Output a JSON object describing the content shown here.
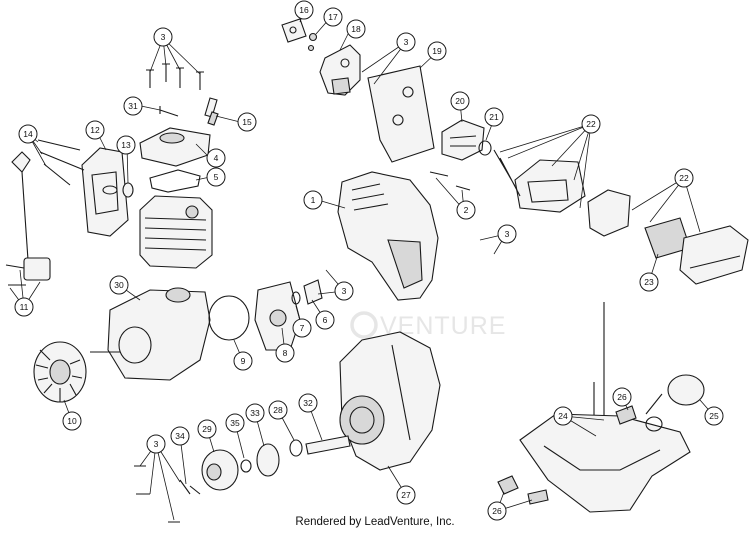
{
  "watermark": {
    "text": "VENTURE"
  },
  "footer": {
    "text": "Rendered by LeadVenture, Inc."
  },
  "callouts": [
    {
      "id": "c16",
      "label": "16"
    },
    {
      "id": "c17",
      "label": "17"
    },
    {
      "id": "c18",
      "label": "18"
    },
    {
      "id": "c3a",
      "label": "3"
    },
    {
      "id": "c19",
      "label": "19"
    },
    {
      "id": "c3b",
      "label": "3"
    },
    {
      "id": "c31",
      "label": "31"
    },
    {
      "id": "c15",
      "label": "15"
    },
    {
      "id": "c20",
      "label": "20"
    },
    {
      "id": "c21",
      "label": "21"
    },
    {
      "id": "c22a",
      "label": "22"
    },
    {
      "id": "c14",
      "label": "14"
    },
    {
      "id": "c12",
      "label": "12"
    },
    {
      "id": "c13",
      "label": "13"
    },
    {
      "id": "c4",
      "label": "4"
    },
    {
      "id": "c5",
      "label": "5"
    },
    {
      "id": "c1",
      "label": "1"
    },
    {
      "id": "c2",
      "label": "2"
    },
    {
      "id": "c22b",
      "label": "22"
    },
    {
      "id": "c3c",
      "label": "3"
    },
    {
      "id": "c23",
      "label": "23"
    },
    {
      "id": "c30",
      "label": "30"
    },
    {
      "id": "c3d",
      "label": "3"
    },
    {
      "id": "c6",
      "label": "6"
    },
    {
      "id": "c7",
      "label": "7"
    },
    {
      "id": "c11",
      "label": "11"
    },
    {
      "id": "c8",
      "label": "8"
    },
    {
      "id": "c9",
      "label": "9"
    },
    {
      "id": "c10",
      "label": "10"
    },
    {
      "id": "c3e",
      "label": "3"
    },
    {
      "id": "c34",
      "label": "34"
    },
    {
      "id": "c29",
      "label": "29"
    },
    {
      "id": "c35",
      "label": "35"
    },
    {
      "id": "c33",
      "label": "33"
    },
    {
      "id": "c28",
      "label": "28"
    },
    {
      "id": "c32",
      "label": "32"
    },
    {
      "id": "c26a",
      "label": "26"
    },
    {
      "id": "c25",
      "label": "25"
    },
    {
      "id": "c24",
      "label": "24"
    },
    {
      "id": "c27",
      "label": "27"
    },
    {
      "id": "c26b",
      "label": "26"
    }
  ]
}
